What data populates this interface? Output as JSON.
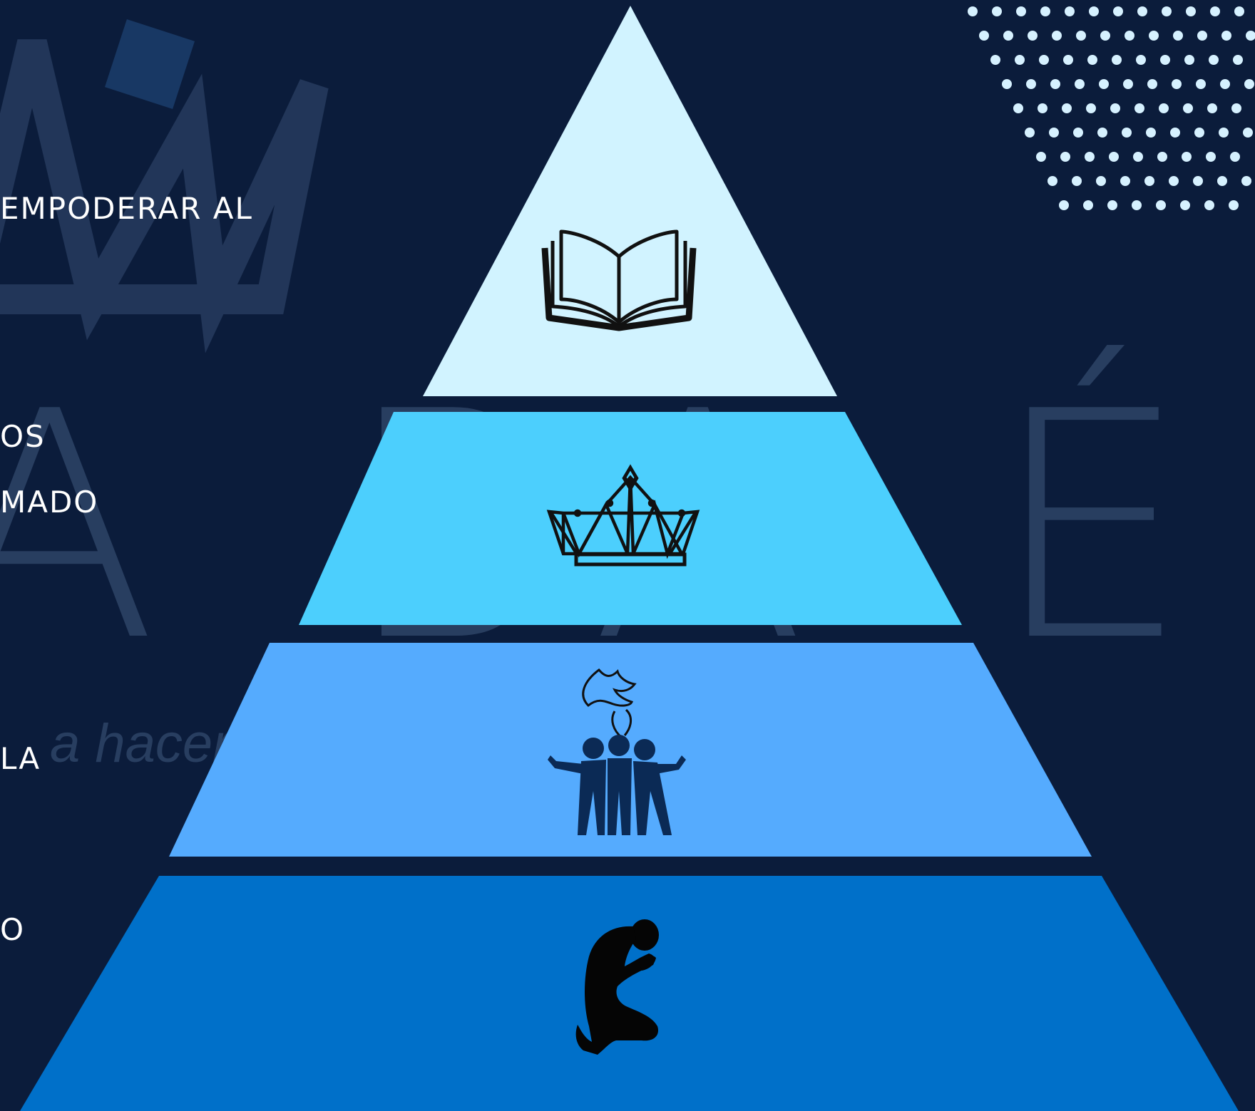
{
  "background": {
    "base_color": "#0b1c3b",
    "watermark_word": "A BA ÉLI",
    "watermark_tagline": "a hacer"
  },
  "side_texts": [
    "EMPODERAR AL",
    "OS",
    "MADO",
    "LA",
    "O"
  ],
  "pyramid": {
    "levels": [
      {
        "id": "top",
        "color": "#d1f3ff",
        "icon": "open-book-icon"
      },
      {
        "id": "second",
        "color": "#4ccffd",
        "icon": "crown-icon"
      },
      {
        "id": "third",
        "color": "#55abfe",
        "icon": "group-with-dove-icon"
      },
      {
        "id": "base",
        "color": "#0070c9",
        "icon": "kneeling-prayer-icon"
      }
    ]
  },
  "decor": {
    "dot_color": "#d6f1ff"
  }
}
